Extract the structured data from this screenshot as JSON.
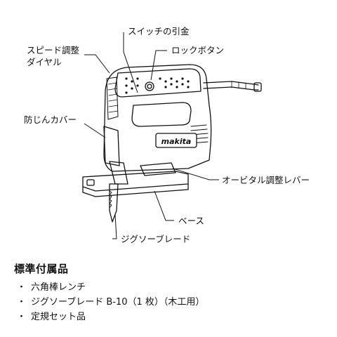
{
  "callouts": {
    "switch_trigger": "スイッチの引金",
    "speed_dial": [
      "スピード調整",
      "ダイヤル"
    ],
    "lock_button": "ロックボタン",
    "dust_cover": "防じんカバー",
    "orbital_lever": "オービタル調整レバー",
    "base": "ベース",
    "jigsaw_blade": "ジグソーブレード"
  },
  "brand_logo": "makita",
  "accessories": {
    "title": "標準付属品",
    "bullet": "・",
    "items": [
      "六角棒レンチ",
      "ジグソーブレード B-10（1 枚）（木工用）",
      "定規セット品"
    ]
  }
}
